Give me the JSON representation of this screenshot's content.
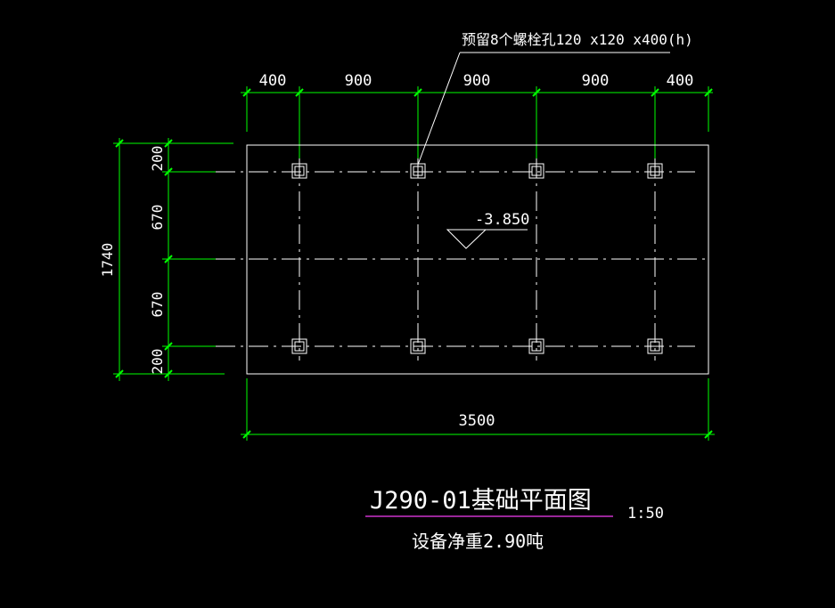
{
  "top_dimensions": [
    "400",
    "900",
    "900",
    "900",
    "400"
  ],
  "left_dimensions": [
    "200",
    "670",
    "670",
    "200"
  ],
  "overall_height": "1740",
  "overall_width": "3500",
  "bolt_note": "预留8个螺栓孔120 x120 x400(h)",
  "elevation": "-3.850",
  "title": "J290-01基础平面图",
  "scale": "1:50",
  "subtitle": "设备净重2.90吨",
  "colors": {
    "dimension": "#00ff00",
    "outline": "#ffffff",
    "title_underline": "#cc33cc",
    "background": "#000000"
  }
}
